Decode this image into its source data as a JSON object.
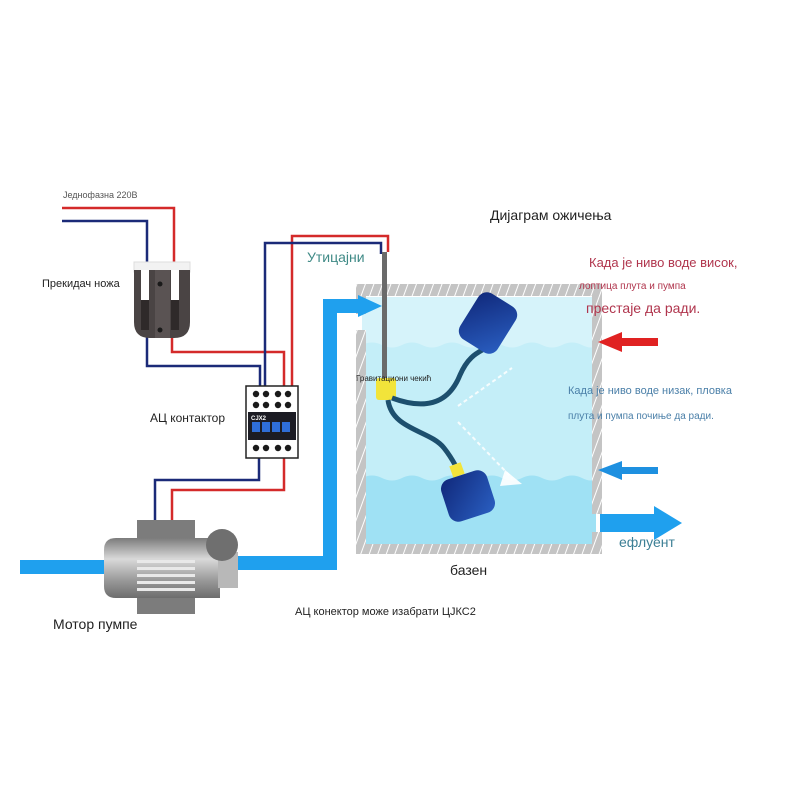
{
  "title": "Дијаграм ожичења",
  "labels": {
    "power_supply": "Једнофазна 220В",
    "knife_switch": "Прекидач ножа",
    "ac_contactor": "АЦ контактор",
    "contactor_model_mark": "CJX2",
    "inlet": "Утицајни",
    "counterweight": "Гравитациони чекић",
    "pump_motor": "Мотор пумпе",
    "tank": "базен",
    "effluent": "ефлуент",
    "connector_note": "АЦ конектор може изабрати ЦЈКС2"
  },
  "notes": {
    "high_level": {
      "line1": "Када је ниво воде висок,",
      "line2": "лоптица плута и пумпа",
      "line3": "престаје да ради."
    },
    "low_level": {
      "line1": "Када је ниво воде низак, пловка",
      "line2": "плута и пумпа почиње да ради."
    }
  },
  "colors": {
    "live_wire": "#d42a2a",
    "neutral_wire": "#1b2a78",
    "pipe": "#1fa0ee",
    "water": "#c9eff8",
    "water_low": "#9fe0f4",
    "tank_wall": "#b8b8b8",
    "float": "#1a3d9a",
    "cable": "#1d4f6e",
    "weight": "#f2e43a",
    "high_arrow": "#e02222",
    "low_arrow": "#1e90e0",
    "motor": "#8f8f8f"
  }
}
